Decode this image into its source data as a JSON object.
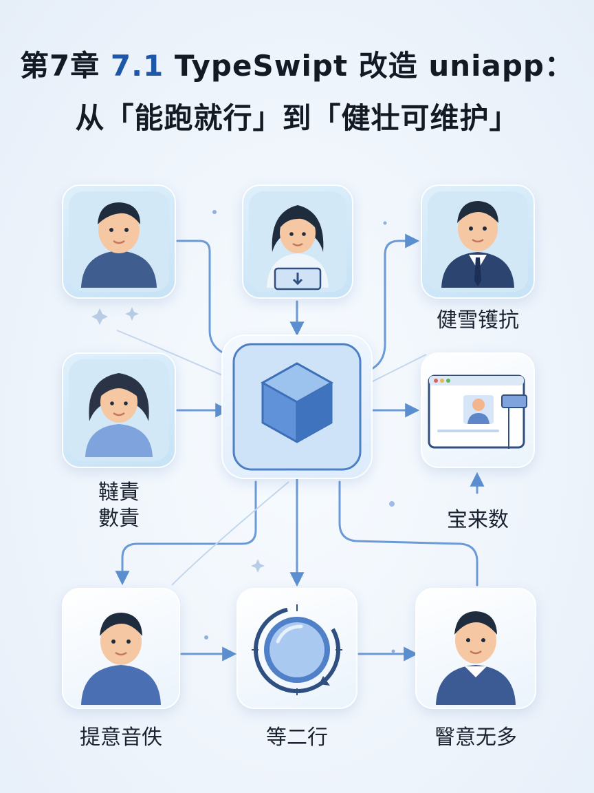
{
  "title": {
    "line1_prefix": "第7章",
    "line1_accent": "7.1",
    "line1_suffix": "TypeSwipt 改造 uniapp：",
    "line2": "从「能跑就行」到「健壮可维护」"
  },
  "nodes": {
    "top_left": {
      "label": ""
    },
    "top_middle": {
      "label": ""
    },
    "top_right": {
      "label": "健雪镬抗"
    },
    "middle_left": {
      "label_line1": "韃責",
      "label_line2": "數責"
    },
    "center": {
      "label": ""
    },
    "middle_right": {
      "label": "宝来数"
    },
    "bottom_left": {
      "label": "提意音佚"
    },
    "bottom_middle": {
      "label": "等二行"
    },
    "bottom_right": {
      "label": "瞖意无多"
    }
  },
  "colors": {
    "accent": "#1e56a8",
    "arrow": "#5b8fd0",
    "skin": "#f6c7a3",
    "hair": "#1f2c3d",
    "shirt": "#4a6fb3",
    "shirt_light": "#7fa3dd"
  },
  "icons": [
    "cube-icon",
    "laptop-icon",
    "browser-window-icon",
    "progress-ring-icon",
    "sparkle-icon"
  ]
}
